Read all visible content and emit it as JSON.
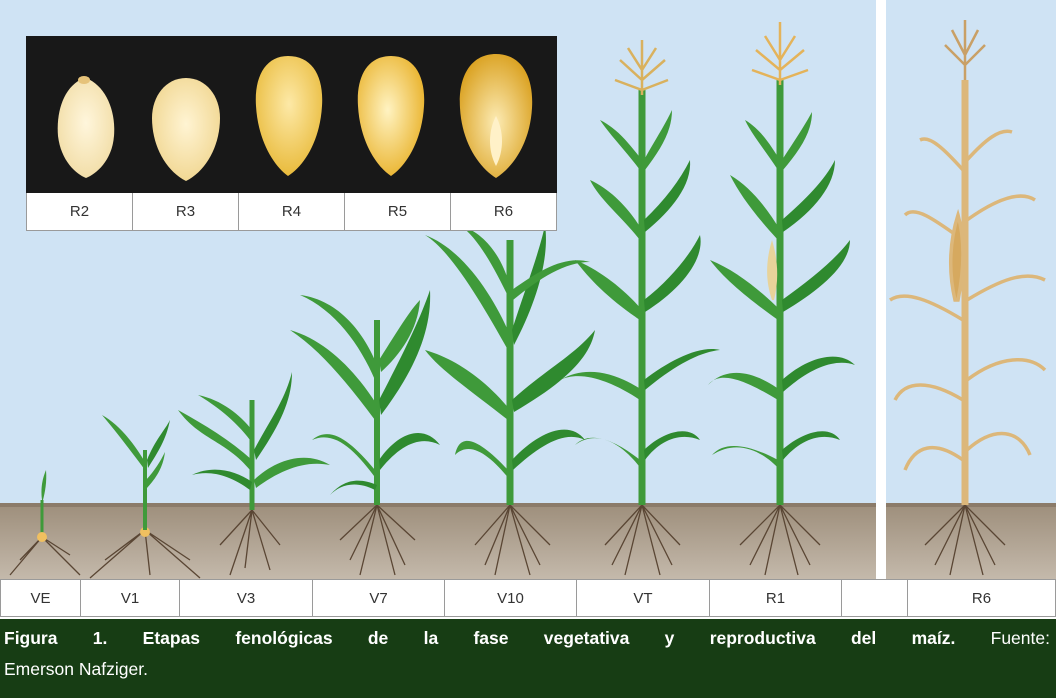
{
  "kernel_stages": [
    "R2",
    "R3",
    "R4",
    "R5",
    "R6"
  ],
  "stages": [
    "VE",
    "V1",
    "V3",
    "V7",
    "V10",
    "VT",
    "R1",
    "",
    "R6"
  ],
  "caption": {
    "bold": "Figura 1. Etapas fenológicas de la fase vegetativa y reproductiva del maíz.",
    "source_word": " Fuente:",
    "line2": "Emerson Nafziger."
  },
  "colors": {
    "sky": "#cfe3f4",
    "soil": "#a89a88",
    "leaf_green": "#3f9a3a",
    "leaf_dark": "#1f6e22",
    "dry_plant": "#dcb77a",
    "caption_bg": "#173d14"
  }
}
